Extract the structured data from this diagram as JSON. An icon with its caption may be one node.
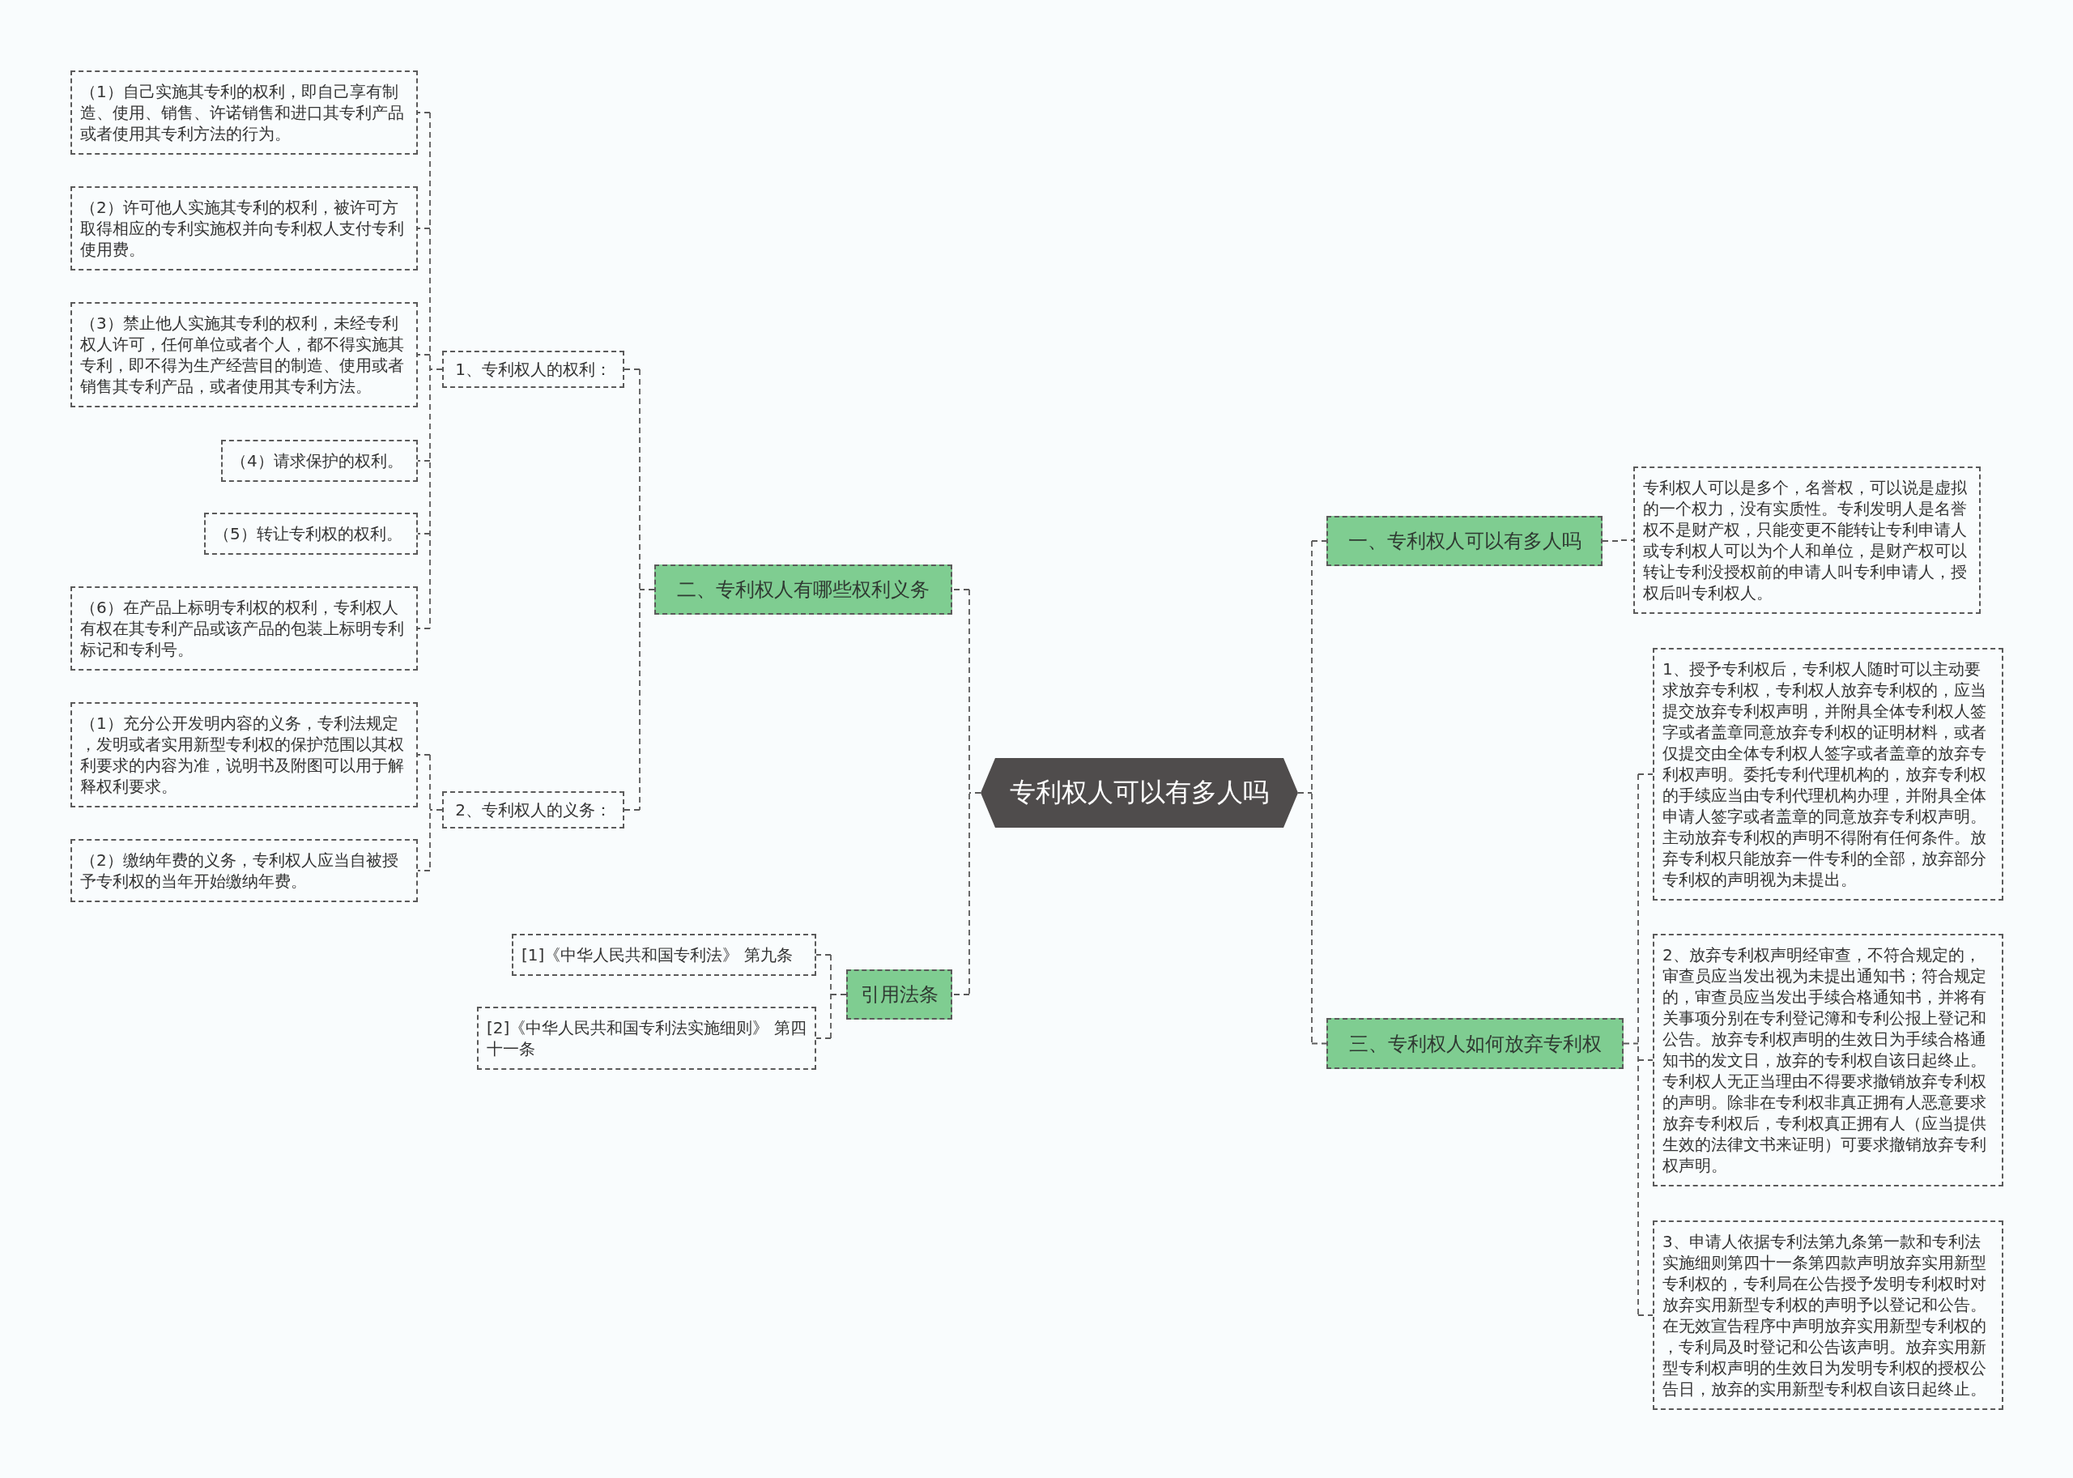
{
  "diagram": {
    "nodes": [
      {
        "text": [
          "专利权人可以有多人吗"
        ]
      },
      {
        "text": [
          "一、专利权人可以有多人吗"
        ]
      },
      {
        "text": [
          "专利权人可以是多个，名誉权，可以说是虚拟的一个权力，没有实质性。专利发明人是名誉权不是财产权，只能变更不能转让专利申请人或专利权人可以为个人和单位，是财产权可以转让专利没授权前的申请人叫专利申请人，授权后叫专利权人。"
        ]
      },
      {
        "text": [
          "三、专利权人如何放弃专利权"
        ]
      },
      {
        "text": [
          "1、授予专利权后，专利权人随时可以主动要求放弃专利权，专利权人放弃专利权的，应当提交放弃专利权声明，并附具全体专利权人签字或者盖章同意放弃专利权的证明材料，或者仅提交由全体专利权人签字或者盖章的放弃专利权声明。委托专利代理机构的，放弃专利权的手续应当由专利代理机构办理，并附具全体申请人签字或者盖章的同意放弃专利权声明。主动放弃专利权的声明不得附有任何条件。放弃专利权只能放弃一件专利的全部，放弃部分专利权的声明视为未提出。"
        ]
      },
      {
        "text": [
          "2、放弃专利权声明经审查，不符合规定的，审查员应当发出视为未提出通知书；符合规定的，审查员应当发出手续合格通知书，并将有关事项分别在专利登记簿和专利公报上登记和公告。放弃专利权声明的生效日为手续合格通知书的发文日，放弃的专利权自该日起终止。专利权人无正当理由不得要求撤销放弃专利权的声明。除非在专利权非真正拥有人恶意要求放弃专利权后，专利权真正拥有人（应当提供生效的法律文书来证明）可要求撤销放弃专利权声明。"
        ]
      },
      {
        "text": [
          "3、申请人依据专利法第九条第一款和专利法实施细则第四十一条第四款声明放弃实用新型专利权的，专利局在公告授予发明专利权时对放弃实用新型专利权的声明予以登记和公告。在无效宣告程序中声明放弃实用新型专利权的，专利局及时登记和公告该声明。放弃实用新型专利权声明的生效日为发明专利权的授权公告日，放弃的实用新型专利权自该日起终止。"
        ]
      },
      {
        "text": [
          "二、专利权人有哪些权利义务"
        ]
      },
      {
        "text": [
          "1、专利权人的权利："
        ]
      },
      {
        "text": [
          "（1）自己实施其专利的权利，即自己享有制造、使用、销售、许诺销售和进口其专利产品或者使用其专利方法的行为。"
        ]
      },
      {
        "text": [
          "（2）许可他人实施其专利的权利，被许可方取得相应的专利实施权并向专利权人支付专利使用费。"
        ]
      },
      {
        "text": [
          "（3）禁止他人实施其专利的权利，未经专利权人许可，任何单位或者个人，都不得实施其专利，即不得为生产经营目的制造、使用或者销售其专利产品，或者使用其专利方法。"
        ]
      },
      {
        "text": [
          "（4）请求保护的权利。"
        ]
      },
      {
        "text": [
          "（5）转让专利权的权利。"
        ]
      },
      {
        "text": [
          "（6）在产品上标明专利权的权利，专利权人有权在其专利产品或该产品的包装上标明专利标记和专利号。"
        ]
      },
      {
        "text": [
          "2、专利权人的义务："
        ]
      },
      {
        "text": [
          "（1）充分公开发明内容的义务，专利法规定，发明或者实用新型专利权的保护范围以其权利要求的内容为准，说明书及附图可以用于解释权利要求。"
        ]
      },
      {
        "text": [
          "（2）缴纳年费的义务，专利权人应当自被授予专利权的当年开始缴纳年费。"
        ]
      },
      {
        "text": [
          "引用法条"
        ]
      },
      {
        "text": [
          "[1]《中华人民共和国专利法》 第九条"
        ]
      },
      {
        "text": [
          "[2]《中华人民共和国专利法实施细则》 第四十一条"
        ]
      }
    ],
    "edges": [
      {
        "from": 0,
        "to": 1,
        "arrow": "none",
        "style": "dashed"
      },
      {
        "from": 1,
        "to": 2,
        "arrow": "none",
        "style": "dashed"
      },
      {
        "from": 0,
        "to": 3,
        "arrow": "none",
        "style": "dashed"
      },
      {
        "from": 3,
        "to": 4,
        "arrow": "none",
        "style": "dashed"
      },
      {
        "from": 3,
        "to": 5,
        "arrow": "none",
        "style": "dashed"
      },
      {
        "from": 3,
        "to": 6,
        "arrow": "none",
        "style": "dashed"
      },
      {
        "from": 0,
        "to": 7,
        "arrow": "none",
        "style": "dashed"
      },
      {
        "from": 7,
        "to": 8,
        "arrow": "none",
        "style": "dashed"
      },
      {
        "from": 8,
        "to": 9,
        "arrow": "none",
        "style": "dashed"
      },
      {
        "from": 8,
        "to": 10,
        "arrow": "none",
        "style": "dashed"
      },
      {
        "from": 8,
        "to": 11,
        "arrow": "none",
        "style": "dashed"
      },
      {
        "from": 8,
        "to": 12,
        "arrow": "none",
        "style": "dashed"
      },
      {
        "from": 8,
        "to": 13,
        "arrow": "none",
        "style": "dashed"
      },
      {
        "from": 8,
        "to": 14,
        "arrow": "none",
        "style": "dashed"
      },
      {
        "from": 7,
        "to": 15,
        "arrow": "none",
        "style": "dashed"
      },
      {
        "from": 15,
        "to": 16,
        "arrow": "none",
        "style": "dashed"
      },
      {
        "from": 15,
        "to": 17,
        "arrow": "none",
        "style": "dashed"
      },
      {
        "from": 0,
        "to": 18,
        "arrow": "none",
        "style": "dashed"
      },
      {
        "from": 18,
        "to": 19,
        "arrow": "none",
        "style": "dashed"
      },
      {
        "from": 18,
        "to": 20,
        "arrow": "none",
        "style": "dashed"
      }
    ]
  }
}
